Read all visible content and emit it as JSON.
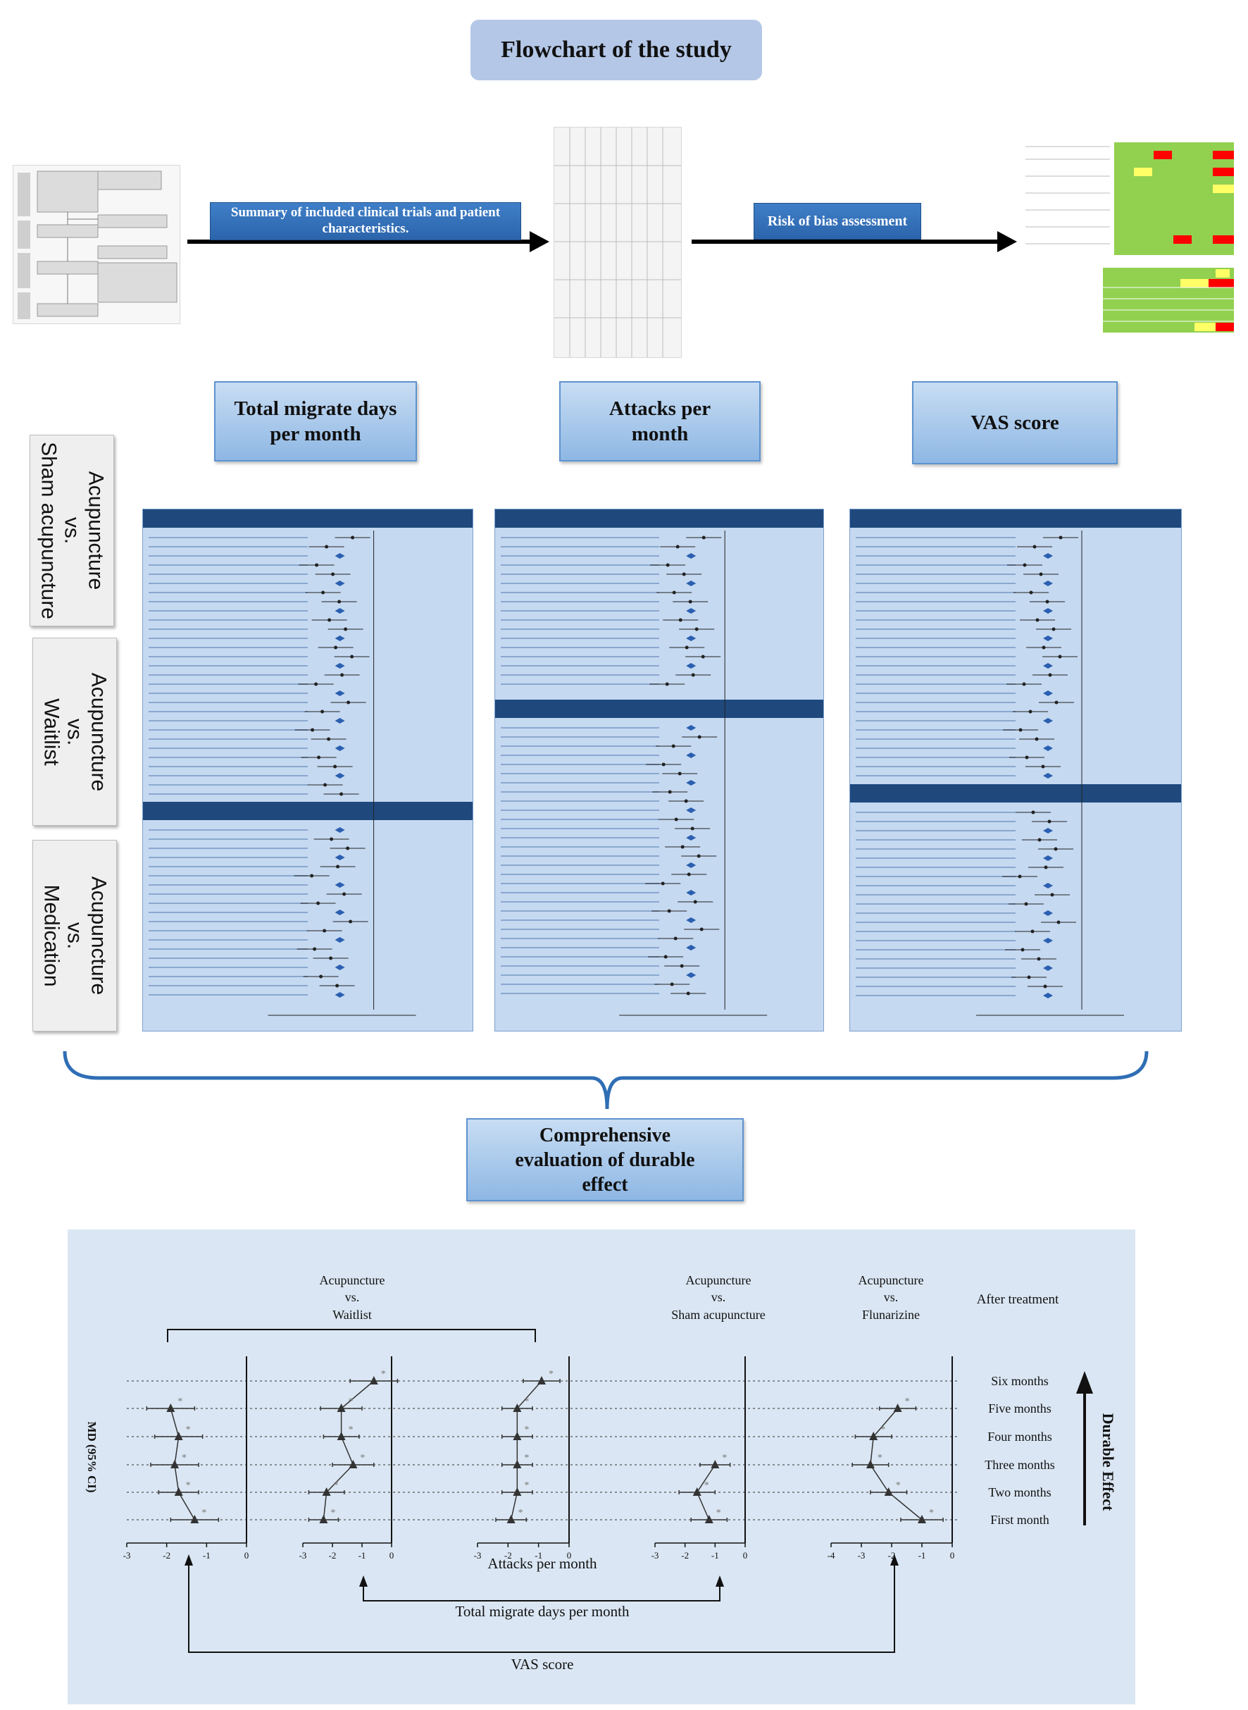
{
  "title": "Flowchart of the study",
  "top_arrows": {
    "summary_label": "Summary of included clinical trials and patient characteristics.",
    "bias_label": "Risk of bias assessment"
  },
  "outcomes": {
    "total_days": "Total migrate days per month",
    "attacks": "Attacks per month",
    "vas": "VAS score"
  },
  "comparisons": [
    {
      "line1": "Acupuncture",
      "line2": "vs.",
      "line3": "Sham acupuncture"
    },
    {
      "line1": "Acupuncture",
      "line2": "vs.",
      "line3": "Waitlist"
    },
    {
      "line1": "Acupuncture",
      "line2": "vs.",
      "line3": "Medication"
    }
  ],
  "summary_box": "Comprehensive evaluation of durable effect",
  "bottom": {
    "group_waitlist": {
      "line1": "Acupuncture",
      "line2": "vs.",
      "line3": "Waitlist"
    },
    "group_sham": {
      "line1": "Acupuncture",
      "line2": "vs.",
      "line3": "Sham acupuncture"
    },
    "group_flunarizine": {
      "line1": "Acupuncture",
      "line2": "vs.",
      "line3": "Flunarizine"
    },
    "after_treatment": "After treatment",
    "timepoints": [
      "Six months",
      "Five months",
      "Four months",
      "Three months",
      "Two months",
      "First month"
    ],
    "durable_effect": "Durable Effect",
    "y_axis_label": "MD (95% CI)",
    "attacks_label": "Attacks per month",
    "total_label": "Total migrate days per month",
    "vas_label": "VAS score"
  },
  "chart_data": {
    "type": "line",
    "title": "",
    "ylabel": "MD (95% CI)",
    "categories": [
      "Six months",
      "Five months",
      "Four months",
      "Three months",
      "Two months",
      "First month"
    ],
    "panels": [
      {
        "x_ticks": [
          "-3",
          "-2",
          "-1",
          "0"
        ],
        "xlim": [
          -3,
          0
        ],
        "md": [
          null,
          -1.9,
          -1.7,
          -1.8,
          -1.7,
          -1.3
        ],
        "lo": [
          null,
          -2.5,
          -2.3,
          -2.4,
          -2.2,
          -1.9
        ],
        "hi": [
          null,
          -1.3,
          -1.1,
          -1.2,
          -1.2,
          -0.7
        ]
      },
      {
        "x_ticks": [
          "-3",
          "-2",
          "-1",
          "0"
        ],
        "xlim": [
          -3,
          0
        ],
        "md": [
          -0.6,
          -1.7,
          -1.7,
          -1.3,
          -2.2,
          -2.3
        ],
        "lo": [
          -1.4,
          -2.4,
          -2.3,
          -2.0,
          -2.8,
          -2.8
        ],
        "hi": [
          0.2,
          -1.0,
          -1.1,
          -0.6,
          -1.6,
          -1.8
        ]
      },
      {
        "x_ticks": [
          "-3",
          "-2",
          "-1",
          "0"
        ],
        "xlim": [
          -3,
          0
        ],
        "md": [
          -0.9,
          -1.7,
          -1.7,
          -1.7,
          -1.7,
          -1.9
        ],
        "lo": [
          -1.5,
          -2.2,
          -2.2,
          -2.2,
          -2.2,
          -2.4
        ],
        "hi": [
          -0.3,
          -1.2,
          -1.2,
          -1.2,
          -1.2,
          -1.4
        ]
      },
      {
        "x_ticks": [
          "-3",
          "-2",
          "-1",
          "0"
        ],
        "xlim": [
          -3,
          0
        ],
        "md": [
          null,
          null,
          null,
          -1.0,
          -1.6,
          -1.2
        ],
        "lo": [
          null,
          null,
          null,
          -1.5,
          -2.2,
          -1.8
        ],
        "hi": [
          null,
          null,
          null,
          -0.5,
          -1.0,
          -0.6
        ]
      },
      {
        "x_ticks": [
          "-4",
          "-3",
          "-2",
          "-1",
          "0"
        ],
        "xlim": [
          -4,
          0
        ],
        "md": [
          null,
          -1.8,
          -2.6,
          -2.7,
          -2.1,
          -1.0
        ],
        "lo": [
          null,
          -2.4,
          -3.2,
          -3.3,
          -2.7,
          -1.7
        ],
        "hi": [
          null,
          -1.2,
          -2.0,
          -2.1,
          -1.5,
          -0.3
        ]
      }
    ]
  }
}
